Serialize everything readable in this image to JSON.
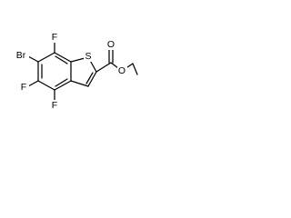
{
  "molecule": {
    "atoms": {
      "bromine": "Br",
      "fluorine_top": "F",
      "fluorine_left": "F",
      "fluorine_bottom": "F",
      "sulfur": "S",
      "oxygen_carbonyl": "O",
      "oxygen_ester": "O"
    }
  }
}
